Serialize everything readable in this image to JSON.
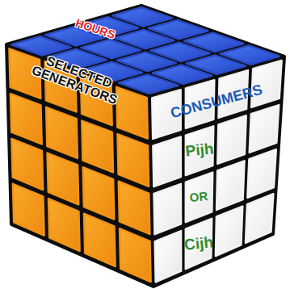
{
  "diagram": {
    "nodes": [
      {
        "text": [
          "HOURS"
        ]
      },
      {
        "text": [
          "SELECTED GENERATORS"
        ]
      },
      {
        "text": [
          "CONSUMERS"
        ]
      },
      {
        "text": [
          "Pijh"
        ],
        "in": 2
      },
      {
        "text": [
          "OR"
        ],
        "in": 2
      },
      {
        "text": [
          "Cijh"
        ],
        "in": 2
      }
    ]
  }
}
